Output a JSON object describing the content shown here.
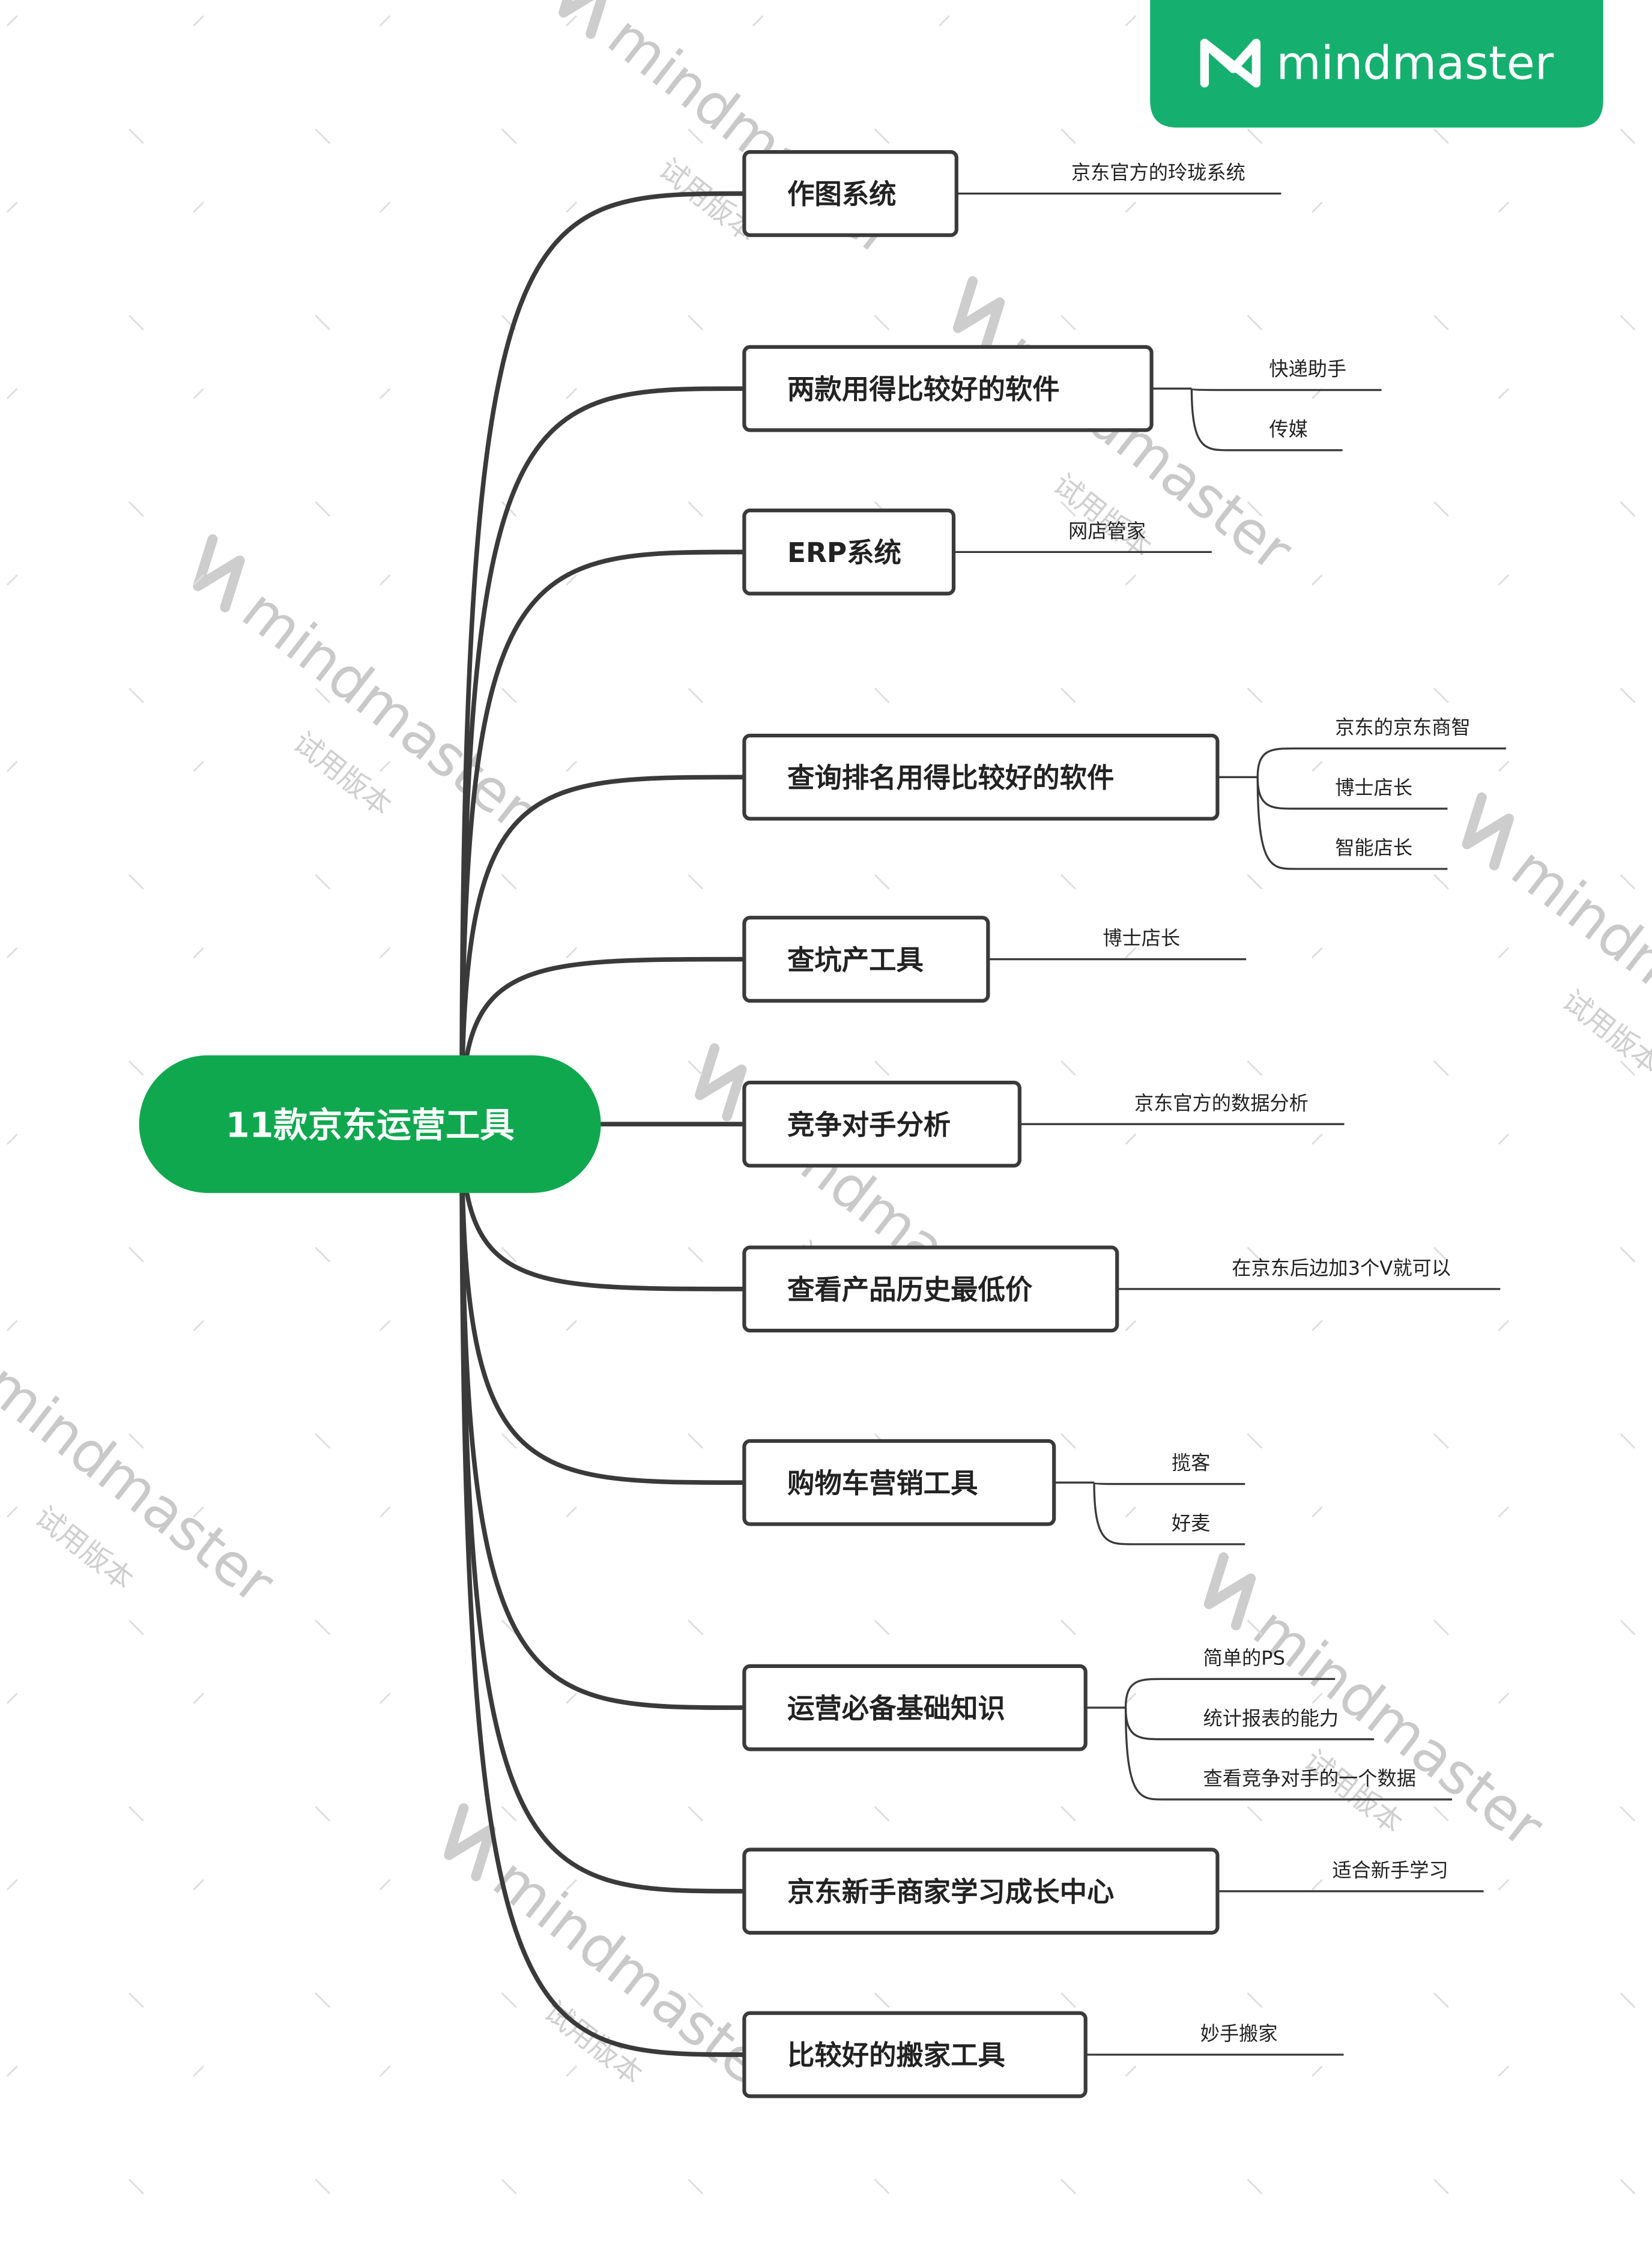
{
  "brand": {
    "name": "mindmaster",
    "color": "#15b06f",
    "watermark_word": "mindmaster",
    "watermark_sub": "试用版本"
  },
  "root": {
    "label": "11款京东运营工具",
    "color": "#0fa84f"
  },
  "branches": [
    {
      "label": "作图系统",
      "leaves": [
        "京东官方的玲珑系统"
      ]
    },
    {
      "label": "两款用得比较好的软件",
      "leaves": [
        "快递助手",
        "传媒"
      ]
    },
    {
      "label": "ERP系统",
      "leaves": [
        "网店管家"
      ]
    },
    {
      "label": "查询排名用得比较好的软件",
      "leaves": [
        "京东的京东商智",
        "博士店长",
        "智能店长"
      ]
    },
    {
      "label": "查坑产工具",
      "leaves": [
        "博士店长"
      ]
    },
    {
      "label": "竞争对手分析",
      "leaves": [
        "京东官方的数据分析"
      ]
    },
    {
      "label": "查看产品历史最低价",
      "leaves": [
        "在京东后边加3个V就可以"
      ]
    },
    {
      "label": "购物车营销工具",
      "leaves": [
        "揽客",
        "好麦"
      ]
    },
    {
      "label": "运营必备基础知识",
      "leaves": [
        "简单的PS",
        "统计报表的能力",
        "查看竞争对手的一个数据"
      ]
    },
    {
      "label": "京东新手商家学习成长中心",
      "leaves": [
        "适合新手学习"
      ]
    },
    {
      "label": "比较好的搬家工具",
      "leaves": [
        "妙手搬家"
      ]
    }
  ]
}
